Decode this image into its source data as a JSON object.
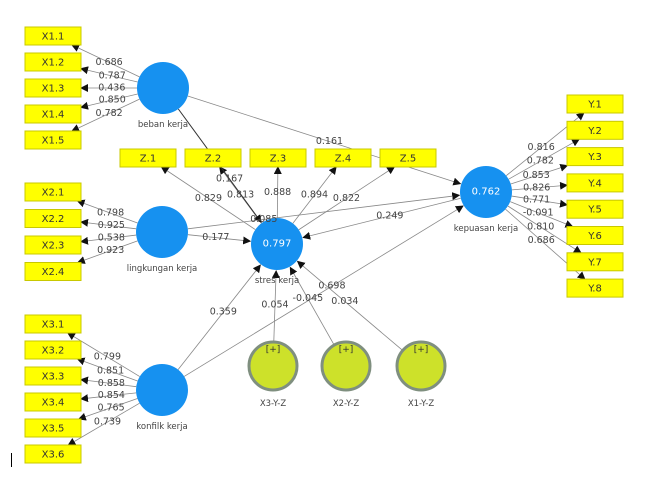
{
  "constructs": [
    {
      "id": "beban",
      "name": "beban kerja",
      "r2": null,
      "color": "#1691f0"
    },
    {
      "id": "lingkungan",
      "name": "lingkungan kerja",
      "r2": null,
      "color": "#1691f0"
    },
    {
      "id": "konflik",
      "name": "konfilk kerja",
      "r2": null,
      "color": "#1691f0"
    },
    {
      "id": "stres",
      "name": "stres kerja",
      "r2": "0.797",
      "color": "#1691f0"
    },
    {
      "id": "kepuasan",
      "name": "kepuasan kerja",
      "r2": "0.762",
      "color": "#1691f0"
    }
  ],
  "moderators": [
    {
      "id": "m3",
      "name": "X3-Y-Z",
      "expand_label": "[+]"
    },
    {
      "id": "m2",
      "name": "X2-Y-Z",
      "expand_label": "[+]"
    },
    {
      "id": "m1",
      "name": "X1-Y-Z",
      "expand_label": "[+]"
    }
  ],
  "indicators": {
    "beban": [
      {
        "name": "X1.1",
        "loading": "0.686"
      },
      {
        "name": "X1.2",
        "loading": "0.787"
      },
      {
        "name": "X1.3",
        "loading": "0.436"
      },
      {
        "name": "X1.4",
        "loading": "0.850"
      },
      {
        "name": "X1.5",
        "loading": "0.782"
      }
    ],
    "lingkungan": [
      {
        "name": "X2.1",
        "loading": "0.798"
      },
      {
        "name": "X2.2",
        "loading": "0.925"
      },
      {
        "name": "X2.3",
        "loading": "0.538"
      },
      {
        "name": "X2.4",
        "loading": "0.923"
      }
    ],
    "konflik": [
      {
        "name": "X3.1",
        "loading": "0.799"
      },
      {
        "name": "X3.2",
        "loading": "0.851"
      },
      {
        "name": "X3.3",
        "loading": "0.858"
      },
      {
        "name": "X3.4",
        "loading": "0.854"
      },
      {
        "name": "X3.5",
        "loading": "0.765"
      },
      {
        "name": "X3.6",
        "loading": "0.739"
      }
    ],
    "stres": [
      {
        "name": "Z.1",
        "loading": "0.829"
      },
      {
        "name": "Z.2",
        "loading": "0.813"
      },
      {
        "name": "Z.3",
        "loading": "0.888"
      },
      {
        "name": "Z.4",
        "loading": "0.894"
      },
      {
        "name": "Z.5",
        "loading": "0.822"
      }
    ],
    "kepuasan": [
      {
        "name": "Y.1",
        "loading": "0.816"
      },
      {
        "name": "Y.2",
        "loading": "0.782"
      },
      {
        "name": "Y.3",
        "loading": "0.853"
      },
      {
        "name": "Y.4",
        "loading": "0.826"
      },
      {
        "name": "Y.5",
        "loading": "0.771"
      },
      {
        "name": "Y.6",
        "loading": "-0.091"
      },
      {
        "name": "Y.7",
        "loading": "0.810"
      },
      {
        "name": "Y.8",
        "loading": "0.686"
      }
    ]
  },
  "paths": [
    {
      "from": "beban",
      "to": "kepuasan",
      "coef": "0.161"
    },
    {
      "from": "beban",
      "to": "stres",
      "coef": "0.167"
    },
    {
      "from": "lingkungan",
      "to": "kepuasan",
      "coef": "0.085"
    },
    {
      "from": "lingkungan",
      "to": "stres",
      "coef": "0.177"
    },
    {
      "from": "kepuasan",
      "to": "stres",
      "coef": "0.249"
    },
    {
      "from": "konflik",
      "to": "stres",
      "coef": "0.359"
    },
    {
      "from": "konflik",
      "to": "kepuasan",
      "coef": "0.698"
    },
    {
      "from": "m3",
      "to": "stres",
      "coef": "0.054"
    },
    {
      "from": "m2",
      "to": "stres",
      "coef": "-0.045"
    },
    {
      "from": "m1",
      "to": "stres",
      "coef": "0.034"
    }
  ]
}
